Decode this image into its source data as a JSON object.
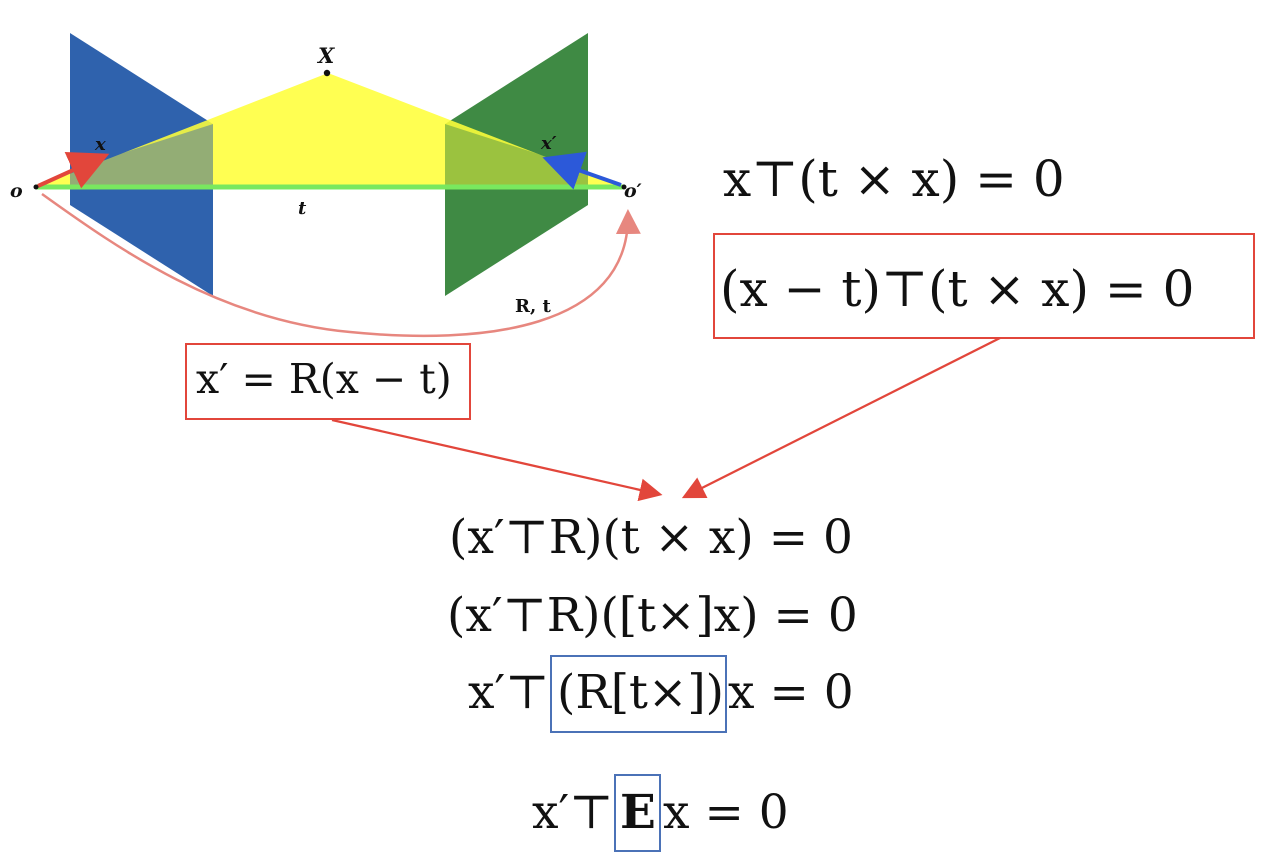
{
  "diagram": {
    "labels": {
      "X": "X",
      "x": "x",
      "x_prime": "x′",
      "o": "o",
      "o_prime": "o′",
      "t": "t",
      "Rt": "R, t"
    }
  },
  "equations": {
    "eq1": "x⊤(t × x) = 0",
    "eq2": "(x − t)⊤(t × x) = 0",
    "eq3": "x′ = R(x − t)",
    "eq4": "(x′⊤R)(t × x) = 0",
    "eq5": "(x′⊤R)([t×]x) = 0",
    "eq6_left": "x′⊤",
    "eq6_box": "(R[t×])",
    "eq6_right": "x = 0",
    "eq7_left": "x′⊤",
    "eq7_box": "E",
    "eq7_right": "x = 0"
  },
  "colors": {
    "blue_plane": "#2f62ad",
    "green_plane": "#3f8a44",
    "yellow_triangle": "#ffff3a",
    "baseline": "#79e85f",
    "arrow_red": "#e2463b",
    "arrow_blue": "#2c59d9",
    "arc": "#e7877f",
    "red_box": "#e2463b",
    "blue_box": "#4b72b7"
  }
}
